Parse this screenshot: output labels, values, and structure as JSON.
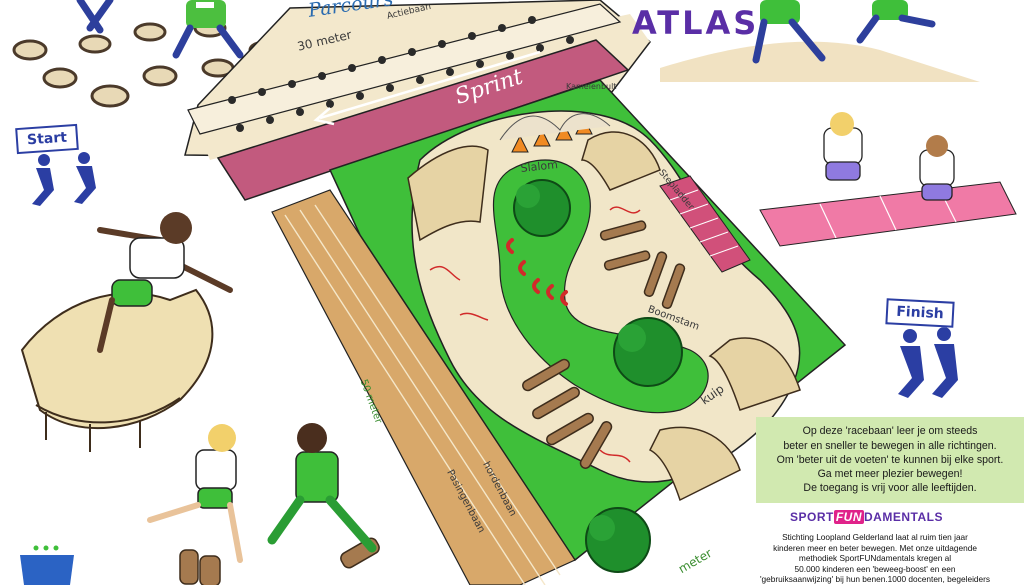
{
  "titles": {
    "atlas": "ATLAS",
    "parcours": "Parcours"
  },
  "course_labels": {
    "sprint": "Sprint",
    "thirty_meter": "30 meter",
    "fifty_meter": "50 meter",
    "meter_bottom": "meter",
    "kamelenbult": "Kamelenbult",
    "slalom": "Slalom",
    "stepladder": "Stepladder",
    "boomstam": "Boomstam",
    "kuip": "kuip",
    "hordenbaan": "hordenbaan",
    "pasingenbaan": "Pasingenbaan",
    "start": "Start",
    "finish": "Finish",
    "hurdle_top": "Actiebaan"
  },
  "info_panel": {
    "lines": [
      "Op deze 'racebaan' leer je om steeds",
      "beter en sneller te bewegen in alle richtingen.",
      "Om 'beter uit de voeten' te kunnen bij elke sport.",
      "Ga met meer plezier bewegen!",
      "De toegang is vrij voor alle leeftijden."
    ]
  },
  "logo": {
    "sport": "SPORT",
    "fun": "FUN",
    "damentals": "DAMENTALS"
  },
  "foundation": {
    "lines": [
      "Stichting Loopland Gelderland laat al ruim tien jaar",
      "kinderen meer en beter bewegen. Met onze uitdagende",
      "methodiek SportFUNdamentals kregen al",
      "50.000 kinderen een 'beweeg-boost' en een",
      "'gebruiksaanwijzing' bij hun benen.1000 docenten, begeleiders"
    ]
  },
  "colors": {
    "grass": "#3fbf3a",
    "track_pink": "#c25a7e",
    "sand": "#f1e6c8",
    "brown_track": "#d8a86a",
    "panel": "#d1e9b0",
    "brand_purple": "#5a2ea6"
  },
  "icons": [
    "tree-icon",
    "tire-icon",
    "cone-icon",
    "log-icon",
    "runner-icon",
    "bench-icon"
  ]
}
